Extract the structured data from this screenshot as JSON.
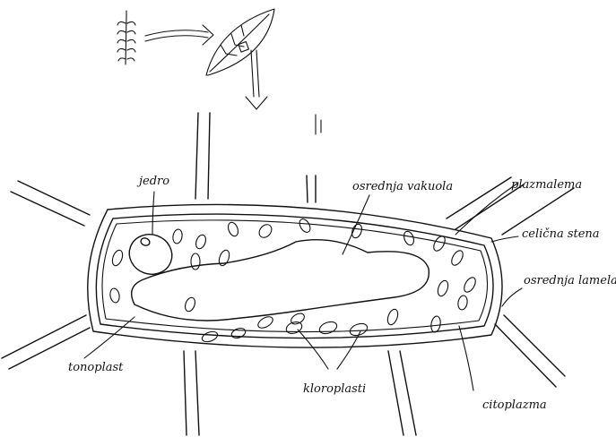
{
  "labels": {
    "jedro": "jedro",
    "osrednja_vakuola": "osrednja vakuola",
    "plazmalema": "plazmalema",
    "celicna_stena": "celična stena",
    "osrednja_lamela": "osrednja lamela",
    "tonoplast": "tonoplast",
    "kloroplasti": "kloroplasti",
    "citoplazma": "citoplazma"
  }
}
